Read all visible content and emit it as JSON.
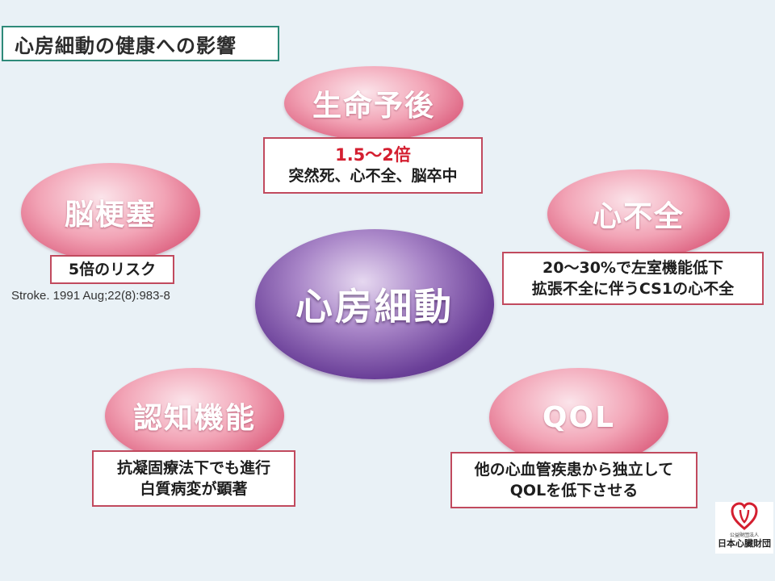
{
  "title": "心房細動の健康への影響",
  "center": {
    "label": "心房細動"
  },
  "nodes": {
    "prognosis": {
      "label": "生命予後",
      "highlight": "1.5～2倍",
      "line1": "突然死、心不全、脳卒中"
    },
    "stroke": {
      "label": "脳梗塞",
      "line1": "5倍のリスク",
      "citation": "Stroke. 1991 Aug;22(8):983-8"
    },
    "heart_failure": {
      "label": "心不全",
      "line1": "20～30%で左室機能低下",
      "line2": "拡張不全に伴うCS1の心不全"
    },
    "cognitive": {
      "label": "認知機能",
      "line1": "抗凝固療法下でも進行",
      "line2": "白質病変が顕著"
    },
    "qol": {
      "label": "QOL",
      "line1": "他の心血管疾患から独立して",
      "line2": "QOLを低下させる"
    }
  },
  "logo": {
    "small": "公益財団法人",
    "name": "日本心臓財団",
    "icon": "heart-logo-icon"
  },
  "colors": {
    "oval": "#dc5f7e",
    "center": "#6a3f98",
    "box_border": "#c14a5e",
    "highlight": "#d41f30",
    "title_border": "#2e8a79"
  }
}
